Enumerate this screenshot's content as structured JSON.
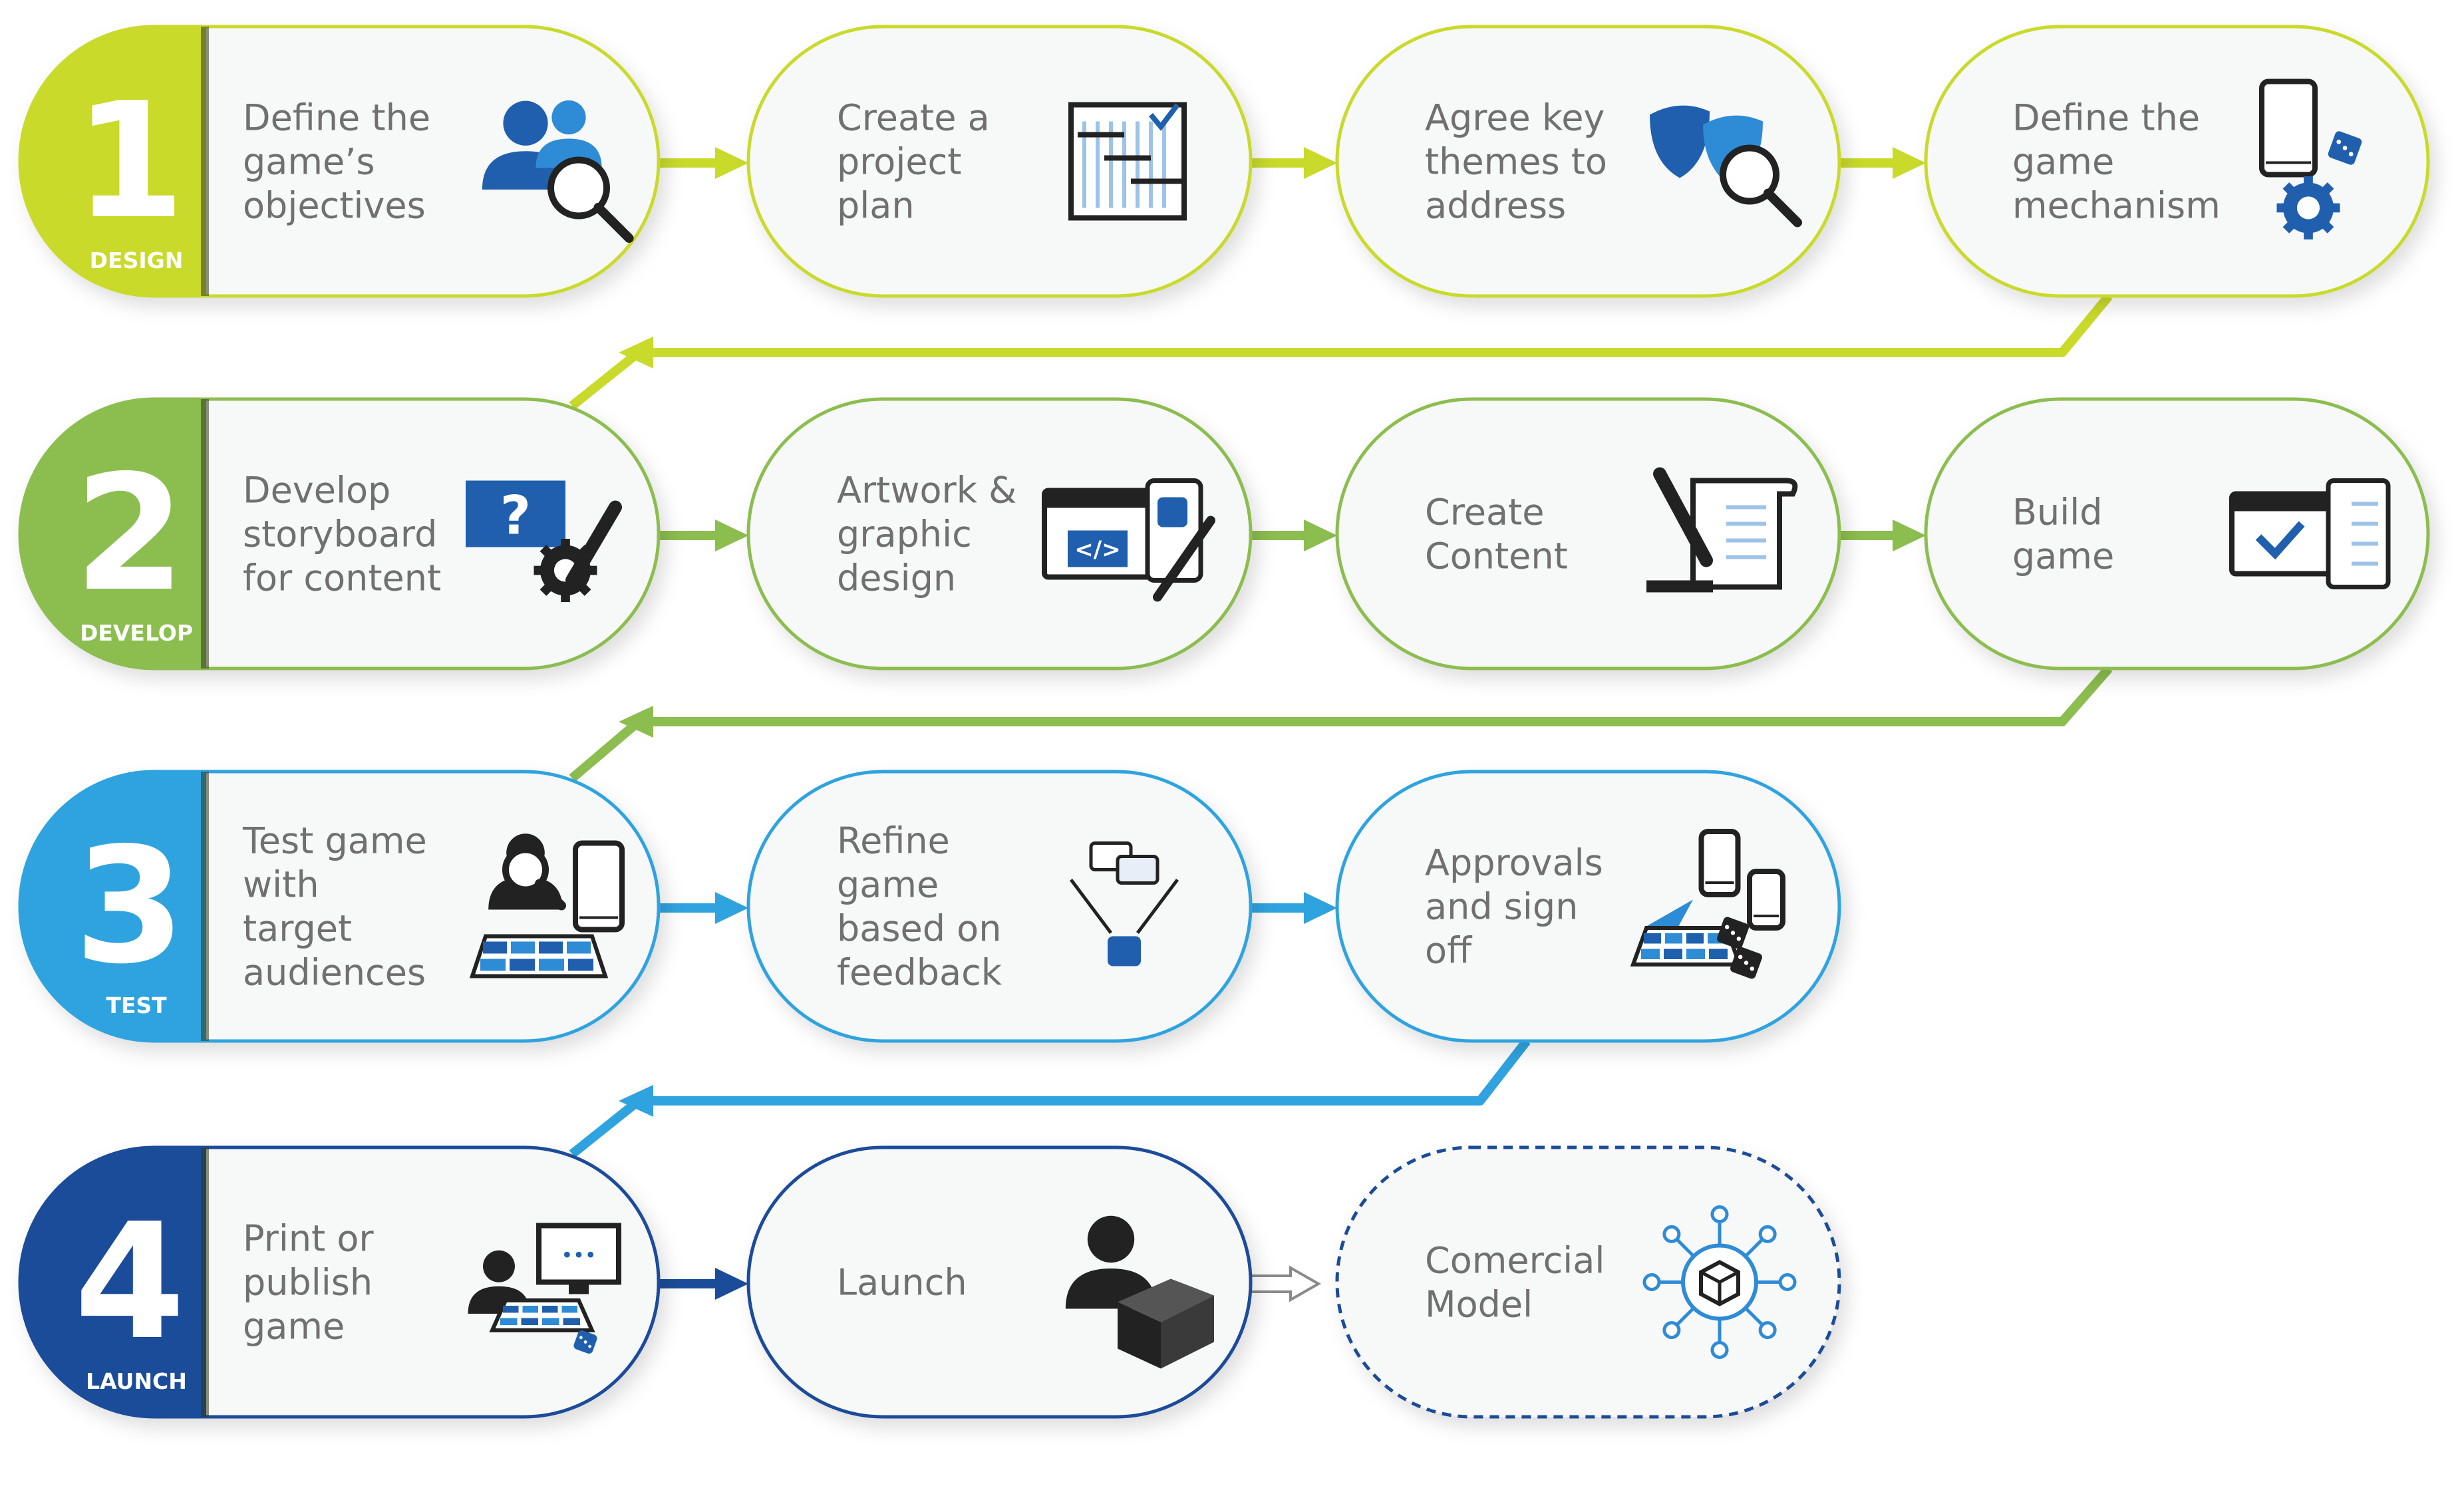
{
  "colors": {
    "design": "#C9DA2A",
    "develop": "#8CBD4F",
    "test": "#2FA3DF",
    "launch": "#1A4C9A",
    "icon_dark": "#222222",
    "icon_blue": "#1F5FAE",
    "icon_mid": "#2E8BD6",
    "card_fill": "#F7F8F8",
    "text": "#707070"
  },
  "stages": [
    {
      "number": "1",
      "phase": "DESIGN",
      "steps": [
        {
          "lines": [
            "Define the",
            "game’s",
            "objectives"
          ],
          "icon": "user-search-icon"
        },
        {
          "lines": [
            "Create a",
            "project",
            "plan"
          ],
          "icon": "gantt-chart-icon"
        },
        {
          "lines": [
            "Agree key",
            "themes to",
            "address"
          ],
          "icon": "theatre-masks-search-icon"
        },
        {
          "lines": [
            "Define the",
            "game",
            "mechanism"
          ],
          "icon": "phone-dice-gear-icon"
        }
      ]
    },
    {
      "number": "2",
      "phase": "DEVELOP",
      "steps": [
        {
          "lines": [
            "Develop",
            "storyboard",
            "for content"
          ],
          "icon": "question-gear-pencil-icon"
        },
        {
          "lines": [
            "Artwork &",
            "graphic",
            "design"
          ],
          "icon": "code-window-brush-icon"
        },
        {
          "lines": [
            "Create",
            "Content"
          ],
          "icon": "scroll-pen-icon"
        },
        {
          "lines": [
            "Build",
            "game"
          ],
          "icon": "checklist-window-icon"
        }
      ]
    },
    {
      "number": "3",
      "phase": "TEST",
      "steps": [
        {
          "lines": [
            "Test game",
            "with",
            "target",
            "audiences"
          ],
          "icon": "audience-board-phone-icon"
        },
        {
          "lines": [
            "Refine",
            "game",
            "based on",
            "feedback"
          ],
          "icon": "feedback-merge-icon"
        },
        {
          "lines": [
            "Approvals",
            "and sign",
            "off"
          ],
          "icon": "devices-board-dice-icon"
        }
      ]
    },
    {
      "number": "4",
      "phase": "LAUNCH",
      "steps": [
        {
          "lines": [
            "Print or",
            "publish",
            "game"
          ],
          "icon": "user-monitor-board-icon"
        },
        {
          "lines": [
            "Launch"
          ],
          "icon": "user-package-icon"
        },
        {
          "lines": [
            "Comercial",
            "Model"
          ],
          "icon": "network-box-icon"
        }
      ]
    }
  ]
}
